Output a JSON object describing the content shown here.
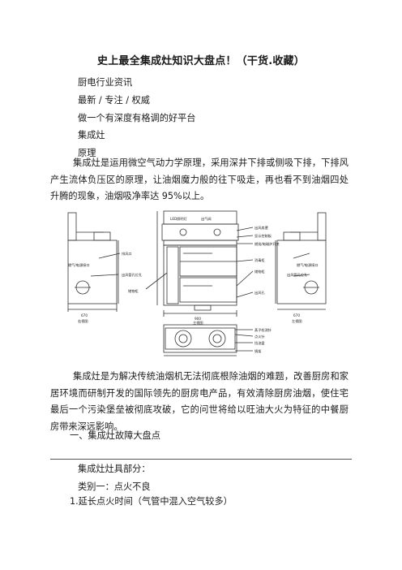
{
  "title": "史上最全集成灶知识大盘点！（干货.收藏）",
  "lines": {
    "category": "厨电行业资讯",
    "tags": "最新 / 专注 / 权威",
    "slogan": "做一个有深度有格调的好平台",
    "heading1": "集成灶",
    "heading2": "原理"
  },
  "paragraph1": "集成灶是运用微空气动力学原理，采用深井下排或侧吸下排，下排风产生流体负压区的原理，让油烟魔力般的往下吸走，再也看不到油烟四处升腾的现象，油烟吸净率达 95%以上。",
  "diagram": {
    "labels": {
      "left_side_1": "燃气/电源接口",
      "left_side_2": "出风管孔位孔",
      "left_side_3": "排风口",
      "front_top": "LED照明灯",
      "front_top2": "出气阀",
      "front_r1": "出风扇罩",
      "front_r2": "显示控制板",
      "front_r3": "燃烧/电磁炉开关",
      "front_r4": "消毒柜",
      "front_r5": "储物柜",
      "front_r6": "出风孔",
      "front_left": "储物柜",
      "right_side_1": "燃气/电源接口",
      "right_side_2": "出风管孔位孔",
      "bottom_r1": "蒸子检测针",
      "bottom_r2": "点火针",
      "bottom_r3": "挡油盘",
      "bottom_r4": "锅架",
      "view_left": "右视图",
      "view_front": "主视图",
      "view_right": "左视图",
      "dim_left": "670",
      "dim_front": "900",
      "dim_right": "670"
    }
  },
  "paragraph2": "集成灶是为解决传统油烟机无法彻底根除油烟的难题，改善厨房和家居环境而研制开发的国际领先的厨房电产品，有效清除厨房油烟，使住宅最后一个污染堡垒被彻底攻破，它的问世将给以旺油大火为特征的中餐厨房带来深远影响。",
  "section1": "一、集成灶故障大盘点",
  "sub1": "集成灶灶具部分：",
  "sub2": "类别一：点火不良",
  "sub3": "1.延长点火时间（气管中混入空气较多）"
}
